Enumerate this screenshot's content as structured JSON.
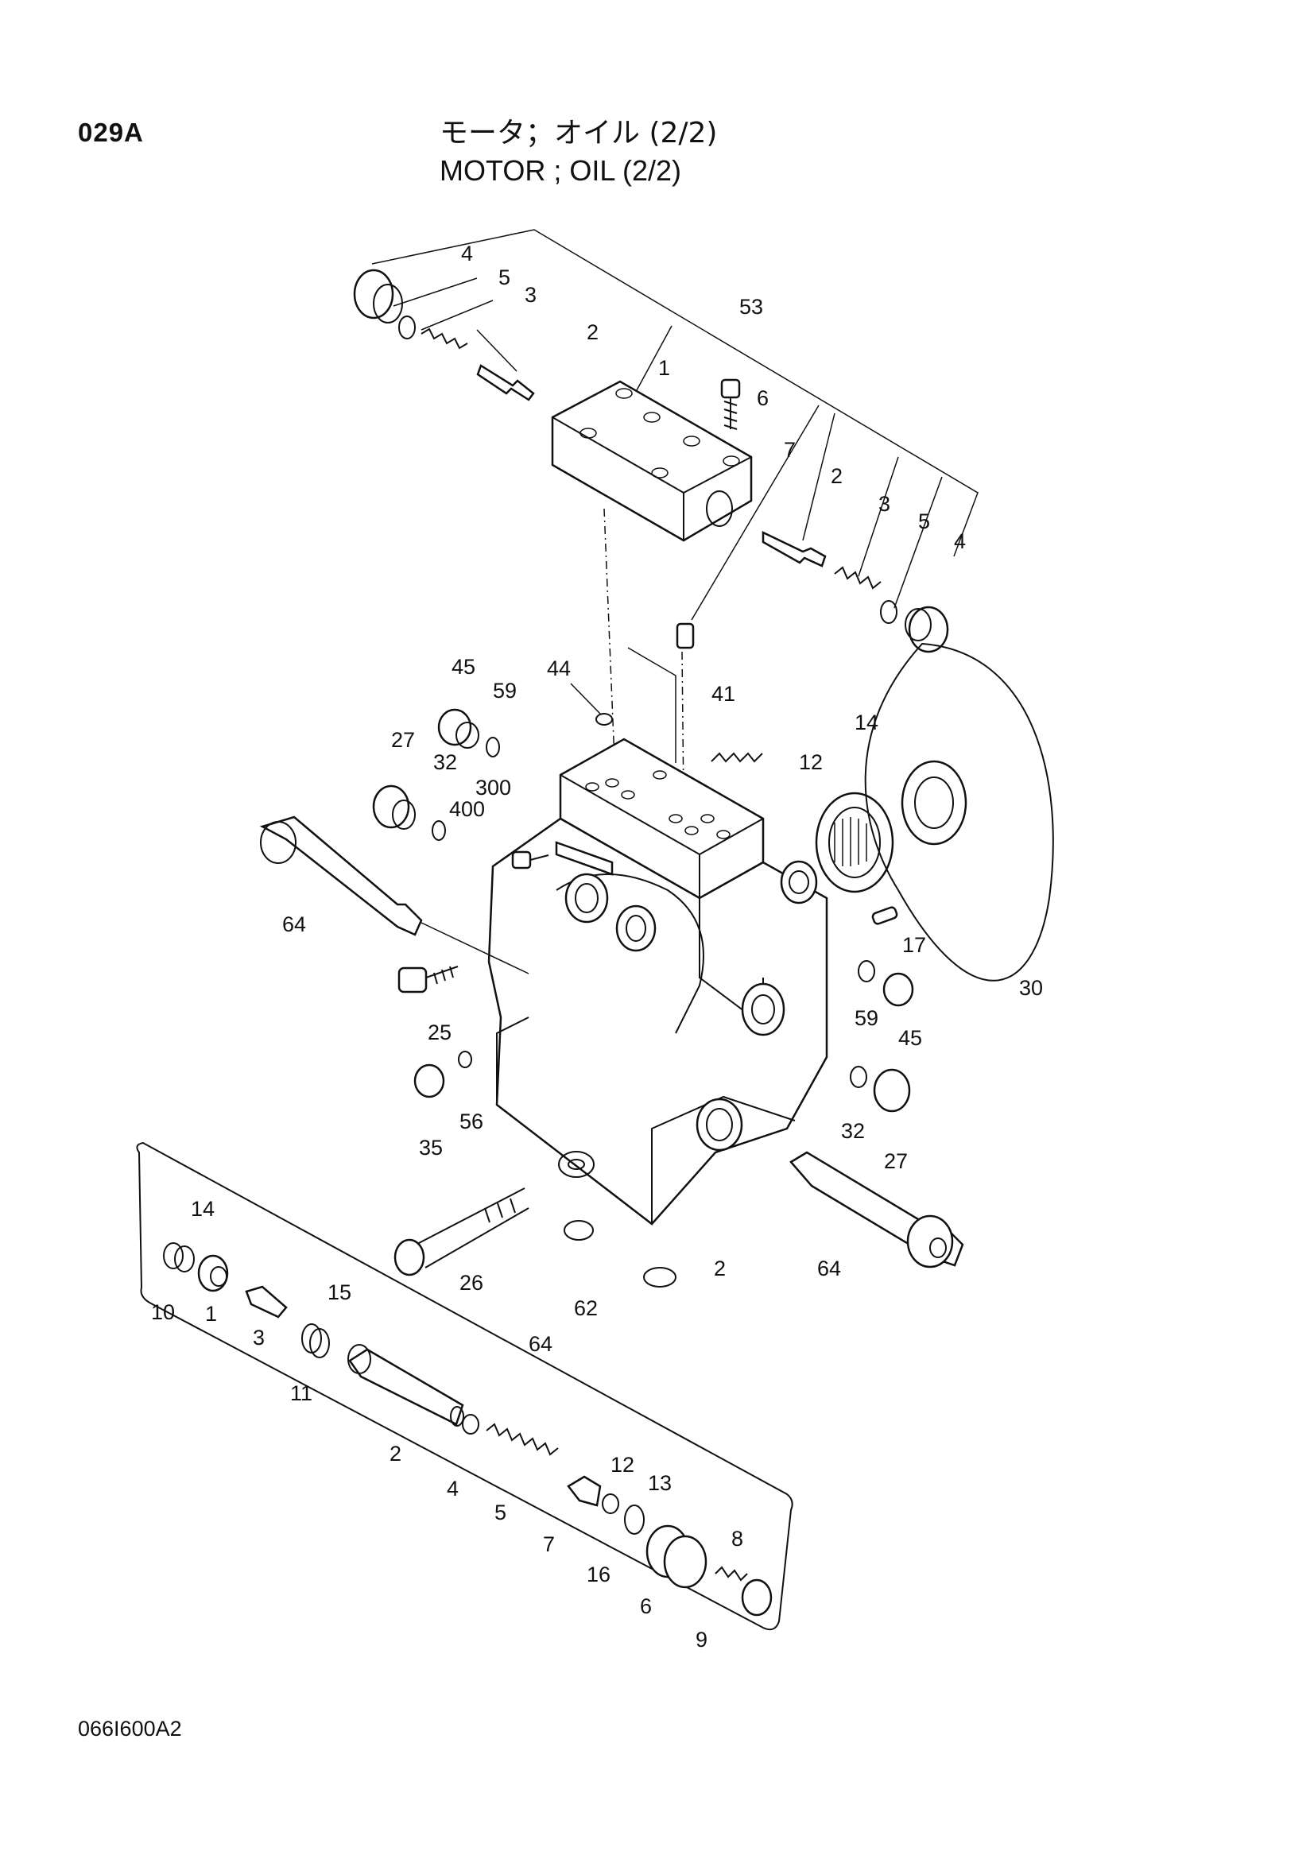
{
  "header": {
    "page_code": "029A",
    "title_jp": "モータ；オイル (2/2)",
    "title_en": "MOTOR ; OIL (2/2)"
  },
  "footer": {
    "drawing_number": "066I600A2"
  },
  "callouts": [
    "4",
    "5",
    "3",
    "2",
    "53",
    "1",
    "6",
    "7",
    "2",
    "3",
    "5",
    "4",
    "44",
    "41",
    "45",
    "59",
    "27",
    "32",
    "300",
    "400",
    "12",
    "14",
    "64",
    "17",
    "25",
    "59",
    "45",
    "30",
    "35",
    "56",
    "32",
    "27",
    "26",
    "62",
    "2",
    "64",
    "14",
    "10",
    "1",
    "3",
    "15",
    "11",
    "64",
    "2",
    "4",
    "5",
    "12",
    "13",
    "7",
    "16",
    "6",
    "8",
    "9"
  ]
}
